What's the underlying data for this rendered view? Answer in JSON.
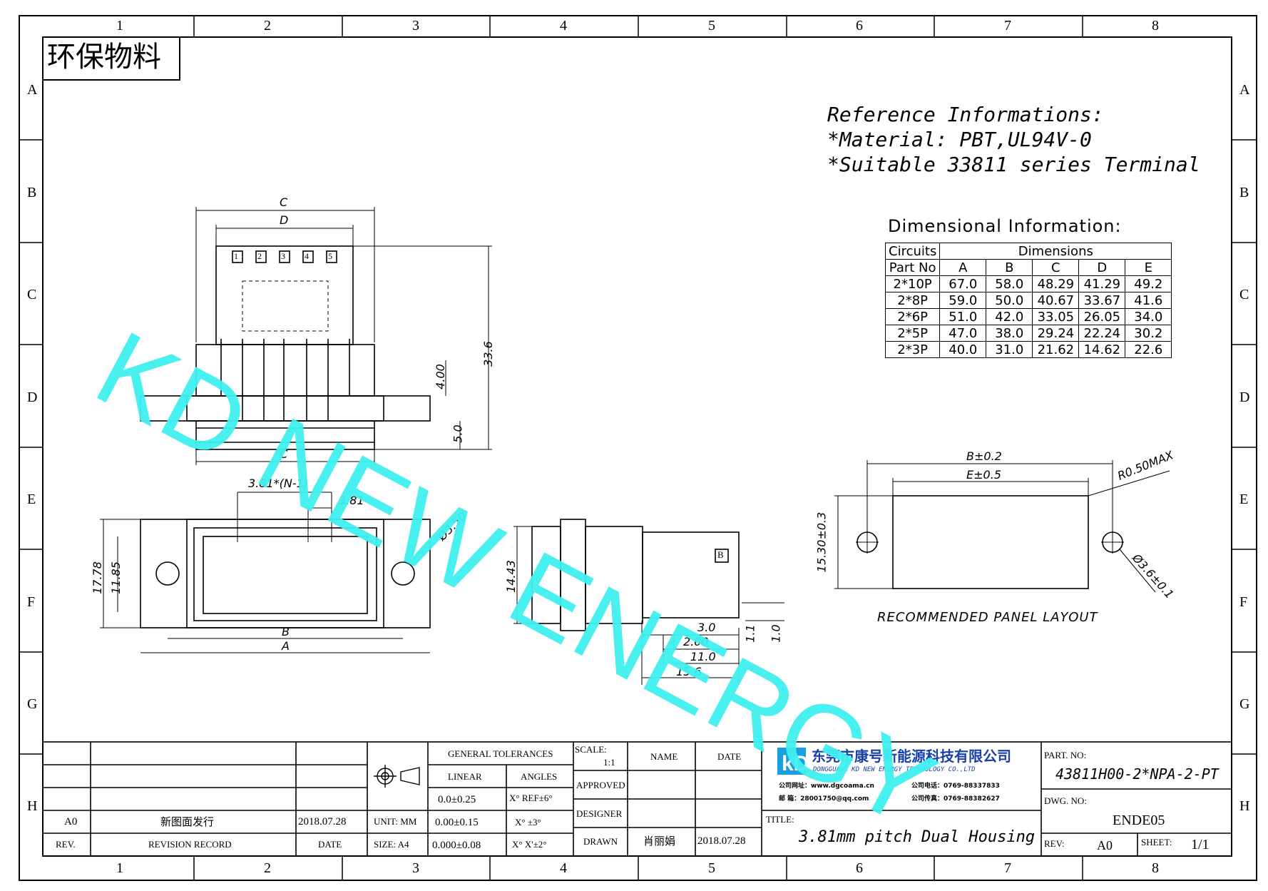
{
  "grid": {
    "cols": [
      "1",
      "2",
      "3",
      "4",
      "5",
      "6",
      "7",
      "8"
    ],
    "rows": [
      "A",
      "B",
      "C",
      "D",
      "E",
      "F",
      "G",
      "H"
    ]
  },
  "stamp": "环保物料",
  "reference": {
    "line1": "Reference Informations:",
    "line2": "*Material: PBT,UL94V-0",
    "line3": "*Suitable 33811 series Terminal"
  },
  "dimensional": {
    "title": "Dimensional Information:",
    "header_circuits": "Circuits",
    "header_dimensions": "Dimensions",
    "header_part": "Part No",
    "columns": [
      "A",
      "B",
      "C",
      "D",
      "E"
    ],
    "rows": [
      {
        "part": "2*10P",
        "A": "67.0",
        "B": "58.0",
        "C": "48.29",
        "D": "41.29",
        "E": "49.2"
      },
      {
        "part": "2*8P",
        "A": "59.0",
        "B": "50.0",
        "C": "40.67",
        "D": "33.67",
        "E": "41.6"
      },
      {
        "part": "2*6P",
        "A": "51.0",
        "B": "42.0",
        "C": "33.05",
        "D": "26.05",
        "E": "34.0"
      },
      {
        "part": "2*5P",
        "A": "47.0",
        "B": "38.0",
        "C": "29.24",
        "D": "22.24",
        "E": "30.2"
      },
      {
        "part": "2*3P",
        "A": "40.0",
        "B": "31.0",
        "C": "21.62",
        "D": "14.62",
        "E": "22.6"
      }
    ]
  },
  "watermark": "KD NEW ENERGY",
  "front_view": {
    "dim_c_top": "C",
    "dim_d": "D",
    "dim_c_bottom": "C",
    "dim_height": "33.6",
    "dim_400": "4.00",
    "dim_50": "5.0",
    "pins": [
      "1",
      "2",
      "3",
      "4",
      "5"
    ]
  },
  "bottom_view": {
    "pitch_n": "3.81*(N-1)",
    "pitch": "3.81",
    "hole": "Ø3.50",
    "h1": "17.78",
    "h2": "11.85",
    "dim_b": "B",
    "dim_a": "A"
  },
  "side_view": {
    "height": "14.43",
    "d30": "3.0",
    "d200": "2.00",
    "d110": "11.0",
    "d156": "15.6",
    "d11": "1.1",
    "d10": "1.0",
    "marker": "B"
  },
  "panel": {
    "b_tol": "B±0.2",
    "e_tol": "E±0.5",
    "radius": "R0.50MAX",
    "height": "15.30±0.3",
    "hole": "Ø3.6±0.1",
    "caption": "RECOMMENDED PANEL LAYOUT"
  },
  "title_block": {
    "general_tolerances": "GENERAL TOLERANCES",
    "linear": "LINEAR",
    "angles": "ANGLES",
    "lin1": "0.0±0.25",
    "ang1": "X° REF±6°",
    "lin2": "0.00±0.15",
    "ang2": "X° ±3°",
    "lin3": "0.000±0.08",
    "ang3": "X° X'±2°",
    "unit": "UNIT: MM",
    "size": "SIZE: A4",
    "scale_label": "SCALE:",
    "scale": "1:1",
    "name": "NAME",
    "date": "DATE",
    "approved": "APPROVED",
    "designer": "DESIGNER",
    "drawn": "DRAWN",
    "drawn_name": "肖丽娟",
    "drawn_date": "2018.07.28",
    "rev_value": "A0",
    "rev_desc": "新图面发行",
    "rev_date": "2018.07.28",
    "rev_label": "REV.",
    "revision_record": "REVISION RECORD",
    "date_label": "DATE",
    "company_cn": "东莞市康号新能源科技有限公司",
    "company_en": "DONGGUANG KD NEW ENERGY TECHNOLOGY CO.,LTD",
    "contact1a": "公司网址：www.dgcoama.cn",
    "contact1b": "公司电话：0769-88337833",
    "contact2a": "邮  箱：28001750@qq.com",
    "contact2b": "公司传真：0769-88382627",
    "title_label": "TITLE:",
    "title": "3.81mm pitch Dual Housing",
    "part_label": "PART. NO:",
    "part_no": "43811H00-2*NPA-2-PT",
    "dwg_label": "DWG. NO:",
    "dwg_no": "ENDE05",
    "rev_label2": "REV:",
    "rev2": "A0",
    "sheet_label": "SHEET:",
    "sheet": "1/1"
  }
}
